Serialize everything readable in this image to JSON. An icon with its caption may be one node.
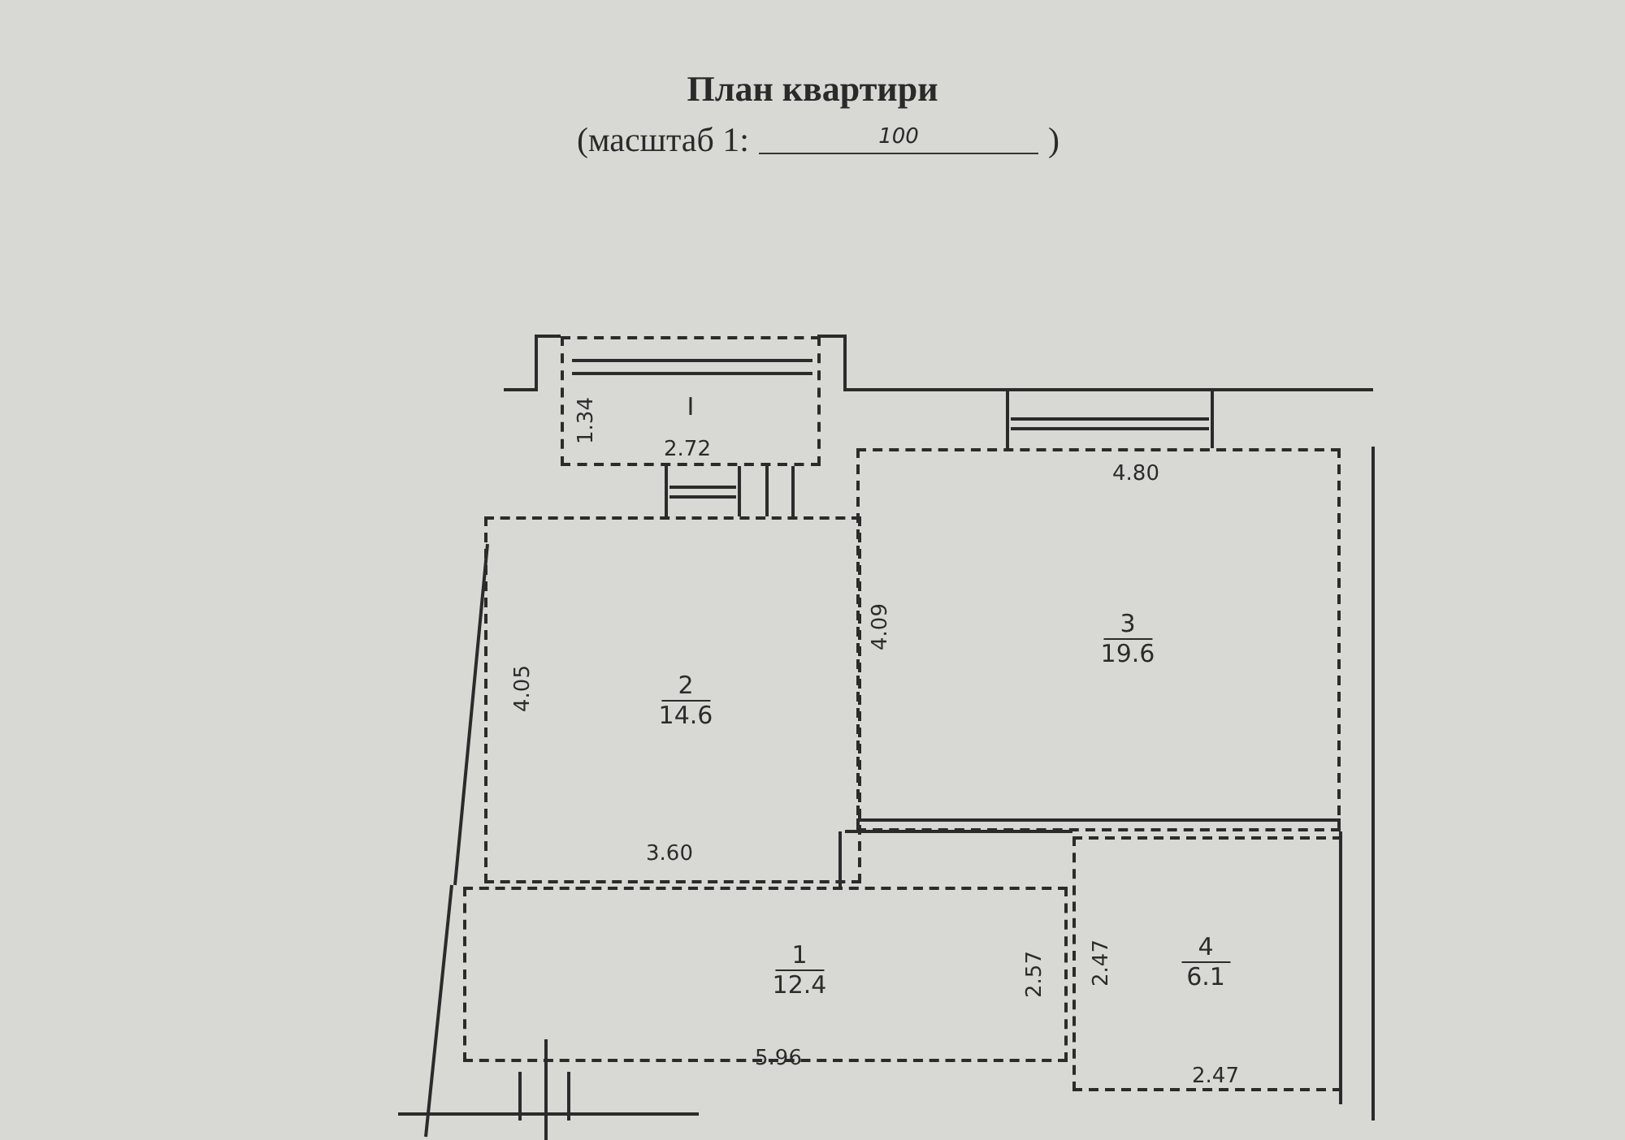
{
  "diagram": {
    "title": "План квартири",
    "nodes": [
      {
        "text": [
          "I",
          "1.34",
          "2.72"
        ]
      },
      {
        "text": [
          "2",
          "14.6",
          "4.05",
          "3.60"
        ]
      },
      {
        "text": [
          "3",
          "19.6",
          "4.09",
          "4.80"
        ]
      },
      {
        "text": [
          "1",
          "12.4",
          "2.57",
          "5.96"
        ]
      },
      {
        "text": [
          "4",
          "6.1",
          "2.47",
          "2.47"
        ]
      }
    ],
    "labels": [
      "(масштаб 1:",
      "100",
      ")"
    ]
  }
}
